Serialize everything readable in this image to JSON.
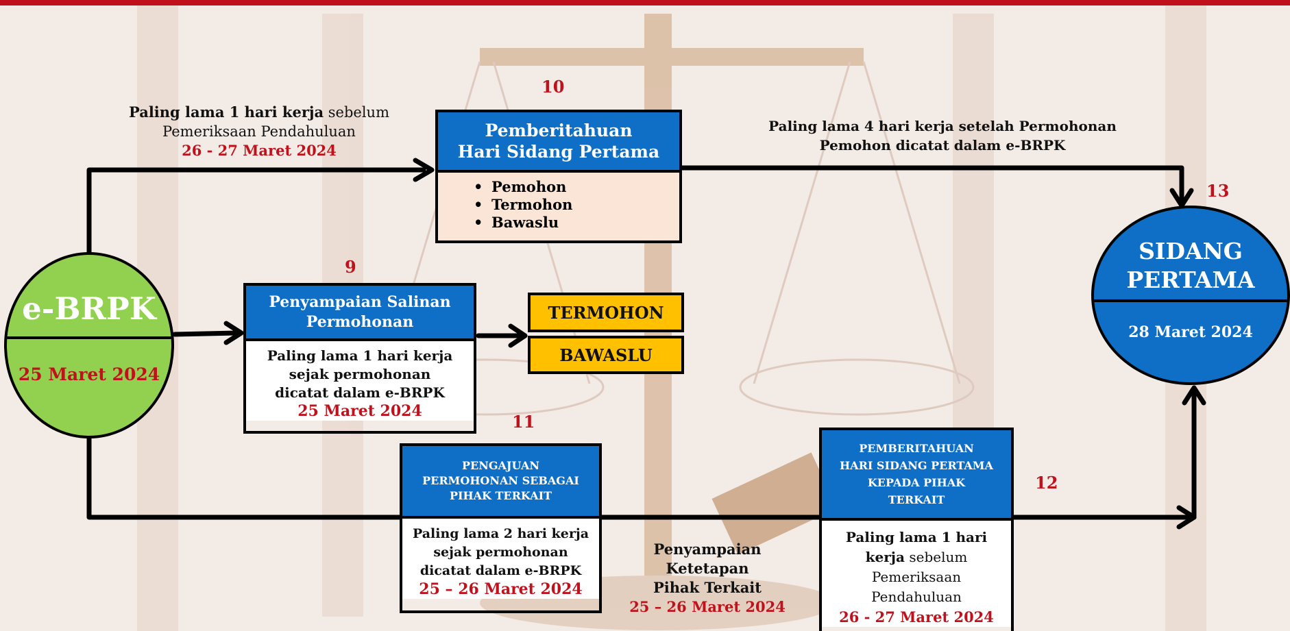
{
  "colors": {
    "accent_blue": "#0f6fc6",
    "green": "#92d050",
    "yellow": "#ffc000",
    "red": "#c0121c",
    "pink": "#fbe5d6"
  },
  "ebrpk": {
    "title": "e-BRPK",
    "date": "25 Maret 2024"
  },
  "sidang": {
    "title_1": "SIDANG",
    "title_2": "PERTAMA",
    "date": "28 Maret 2024"
  },
  "numbers": {
    "n9": "9",
    "n10": "10",
    "n11": "11",
    "n12": "12",
    "n13": "13"
  },
  "top_left_note": {
    "bold": "Paling lama 1 hari kerja",
    "rest": " sebelum",
    "line2": "Pemeriksaan Pendahuluan",
    "date": "26 - 27 Maret 2024"
  },
  "top_right_note": {
    "line1": "Paling lama 4 hari kerja  setelah Permohonan",
    "line2": "Pemohon dicatat dalam e-BRPK"
  },
  "box10": {
    "title_1": "Pemberitahuan",
    "title_2": "Hari Sidang Pertama",
    "items": [
      "Pemohon",
      "Termohon",
      "Bawaslu"
    ]
  },
  "box9": {
    "title_1": "Penyampaian Salinan",
    "title_2": "Permohonan",
    "body_1": "Paling lama 1 hari kerja",
    "body_2": "sejak permohonan",
    "body_3": "dicatat dalam e-BRPK",
    "date": "25 Maret 2024"
  },
  "recipients": {
    "termohon": "TERMOHON",
    "bawaslu": "BAWASLU"
  },
  "box11": {
    "title_1": "PENGAJUAN",
    "title_2": "PERMOHONAN SEBAGAI",
    "title_3": "PIHAK TERKAIT",
    "body_1": "Paling lama 2 hari kerja",
    "body_2": "sejak permohonan",
    "body_3": "dicatat dalam e-BRPK",
    "date": "25 – 26 Maret 2024"
  },
  "mid_note": {
    "line1": "Penyampaian Ketetapan",
    "line2": "Pihak Terkait",
    "date": "25 – 26 Maret 2024"
  },
  "box12": {
    "title_1": "PEMBERITAHUAN",
    "title_2": "HARI SIDANG PERTAMA",
    "title_3": "KEPADA PIHAK",
    "title_4": "TERKAIT",
    "body_bold_1": "Paling lama 1 hari",
    "body_bold_2": "kerja",
    "body_rest_2": " sebelum",
    "body_3": "Pemeriksaan",
    "body_4": "Pendahuluan",
    "date": "26 - 27 Maret 2024"
  }
}
